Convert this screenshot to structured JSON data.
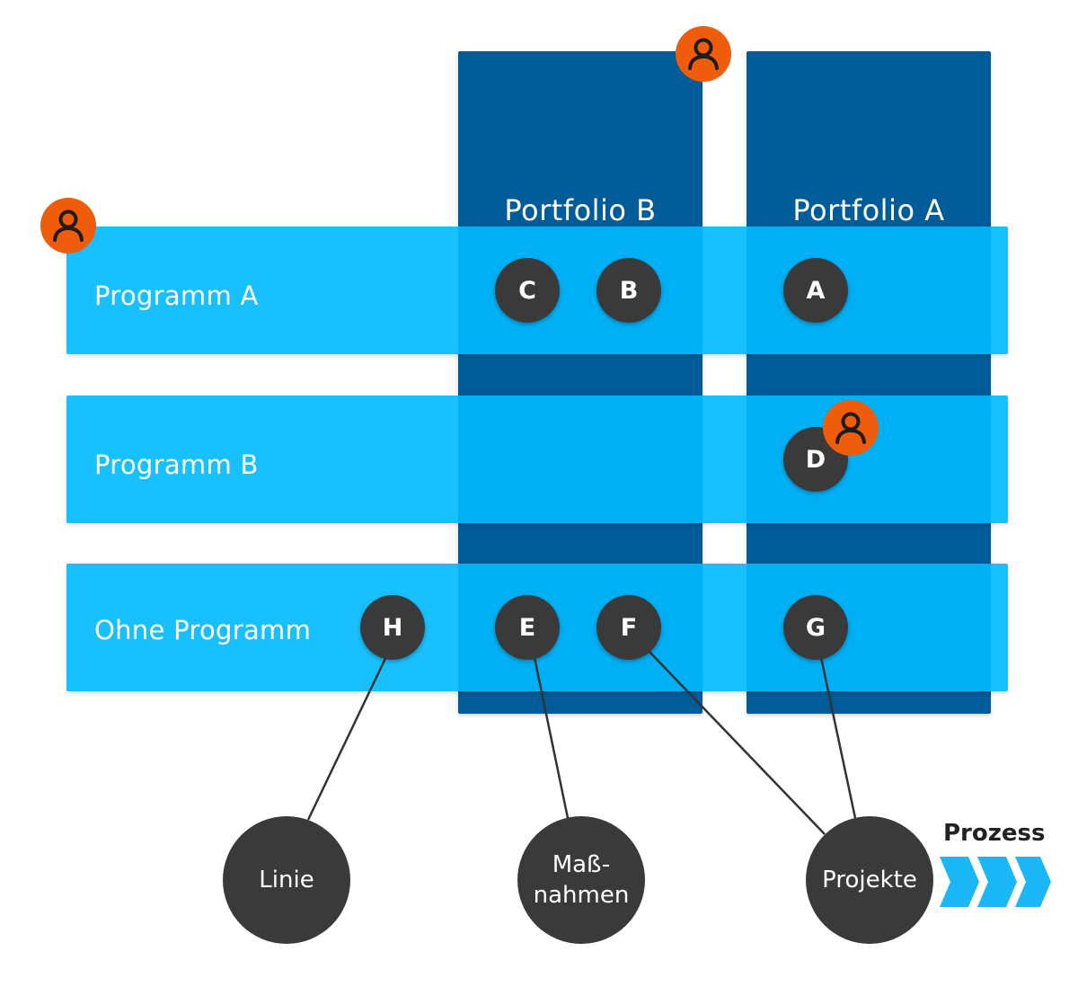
{
  "portfolios": [
    {
      "id": "portfolio-b",
      "label": "Portfolio B"
    },
    {
      "id": "portfolio-a",
      "label": "Portfolio A"
    }
  ],
  "programs": [
    {
      "id": "programm-a",
      "label": "Programm A"
    },
    {
      "id": "programm-b",
      "label": "Programm B"
    },
    {
      "id": "ohne-programm",
      "label": "Ohne Programm"
    }
  ],
  "nodes": {
    "C": "C",
    "B": "B",
    "A": "A",
    "D": "D",
    "H": "H",
    "E": "E",
    "F": "F",
    "G": "G"
  },
  "categories": {
    "linie": "Linie",
    "massnahmen_line1": "Maß-",
    "massnahmen_line2": "nahmen",
    "projekte": "Projekte"
  },
  "process": {
    "label": "Prozess"
  },
  "colors": {
    "portfolio": "#005c98",
    "program": "#00b9ff",
    "node": "#3a3a3a",
    "owner": "#ee5c0c",
    "process_arrow": "#1ab6f5"
  },
  "icons": {
    "owner": "person-icon",
    "process": "chevron-arrow-icon"
  }
}
